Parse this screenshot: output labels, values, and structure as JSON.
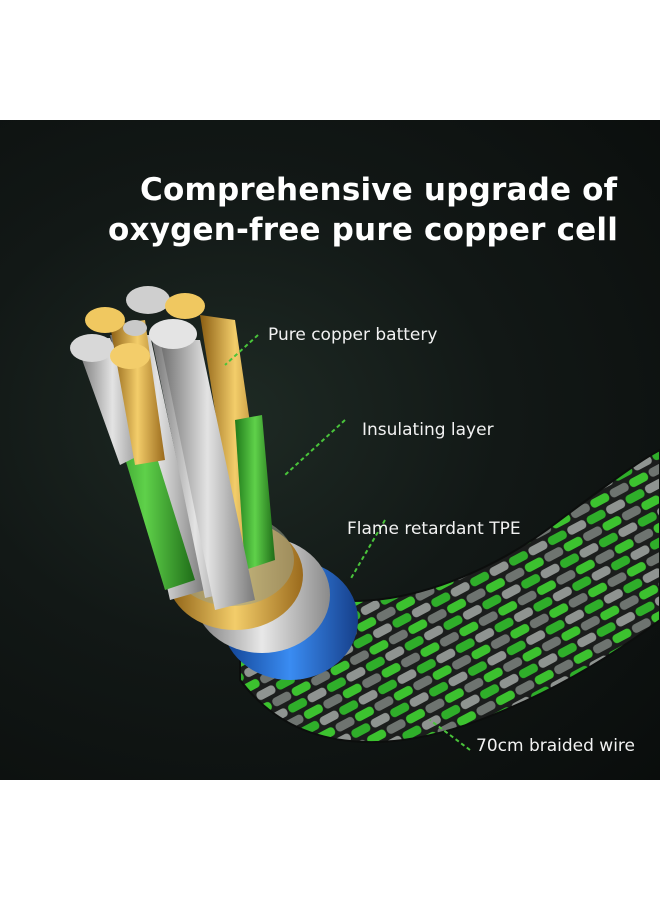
{
  "headline": {
    "line1": "Comprehensive upgrade of",
    "line2": "oxygen-free pure copper cell"
  },
  "callouts": [
    {
      "label": "Pure copper battery"
    },
    {
      "label": "Insulating layer"
    },
    {
      "label": "Flame retardant TPE"
    },
    {
      "label": "70cm braided wire"
    }
  ],
  "colors": {
    "background": "#0f1412",
    "braid_green": "#2fae2a",
    "insulation_green": "#3fb52a",
    "copper": "#d9a53a",
    "tpe_blue": "#2466c8",
    "leader_line": "#49c43a"
  }
}
